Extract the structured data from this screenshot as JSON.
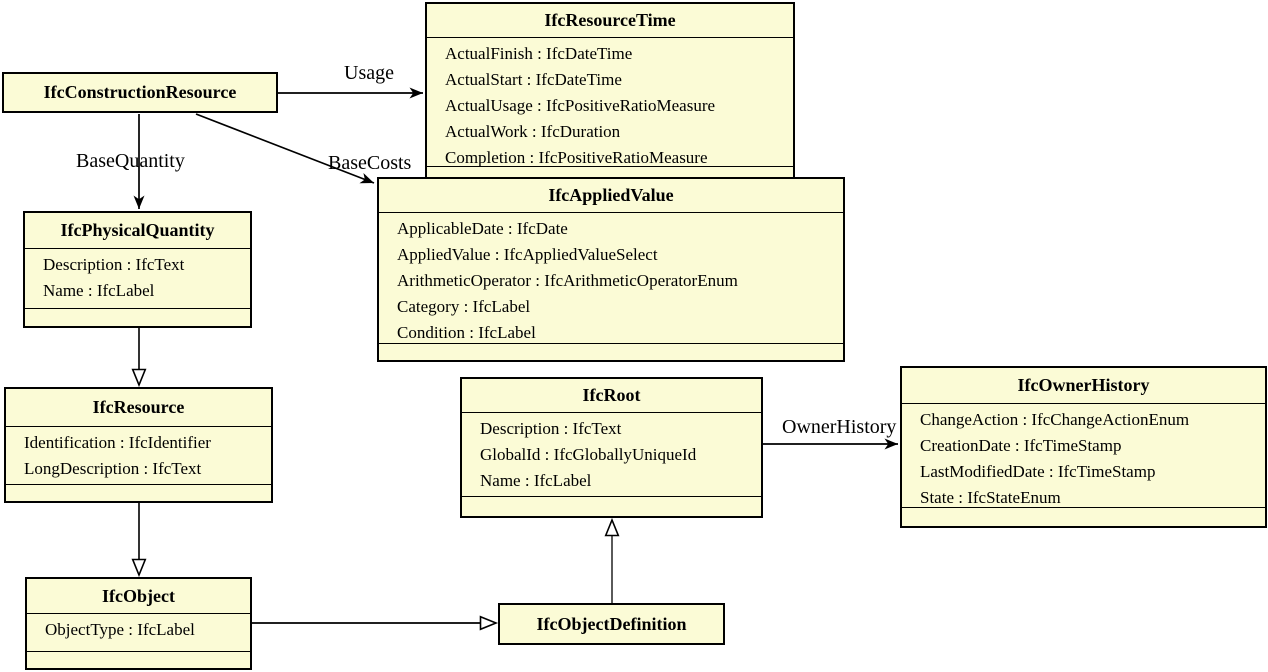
{
  "diagram": {
    "type": "uml-class-diagram",
    "background_color": "#ffffff",
    "box_fill_color": "#FBFBD6",
    "box_border_color": "#000000",
    "classes": {
      "construction_resource": {
        "title": "IfcConstructionResource",
        "attributes": []
      },
      "resource_time": {
        "title": "IfcResourceTime",
        "attributes": [
          "ActualFinish : IfcDateTime",
          "ActualStart : IfcDateTime",
          "ActualUsage : IfcPositiveRatioMeasure",
          "ActualWork : IfcDuration",
          "Completion : IfcPositiveRatioMeasure"
        ]
      },
      "applied_value": {
        "title": "IfcAppliedValue",
        "attributes": [
          "ApplicableDate : IfcDate",
          "AppliedValue : IfcAppliedValueSelect",
          "ArithmeticOperator : IfcArithmeticOperatorEnum",
          "Category : IfcLabel",
          "Condition : IfcLabel"
        ]
      },
      "physical_quantity": {
        "title": "IfcPhysicalQuantity",
        "attributes": [
          "Description : IfcText",
          "Name : IfcLabel"
        ]
      },
      "resource": {
        "title": "IfcResource",
        "attributes": [
          "Identification : IfcIdentifier",
          "LongDescription : IfcText"
        ]
      },
      "root": {
        "title": "IfcRoot",
        "attributes": [
          "Description : IfcText",
          "GlobalId : IfcGloballyUniqueId",
          "Name : IfcLabel"
        ]
      },
      "owner_history": {
        "title": "IfcOwnerHistory",
        "attributes": [
          "ChangeAction : IfcChangeActionEnum",
          "CreationDate : IfcTimeStamp",
          "LastModifiedDate : IfcTimeStamp",
          "State : IfcStateEnum"
        ]
      },
      "object": {
        "title": "IfcObject",
        "attributes": [
          "ObjectType : IfcLabel"
        ]
      },
      "object_definition": {
        "title": "IfcObjectDefinition",
        "attributes": []
      }
    },
    "edges": [
      {
        "from": "IfcConstructionResource",
        "to": "IfcResourceTime",
        "label": "Usage",
        "style": "arrow"
      },
      {
        "from": "IfcConstructionResource",
        "to": "IfcPhysicalQuantity",
        "label": "BaseQuantity",
        "style": "arrow"
      },
      {
        "from": "IfcConstructionResource",
        "to": "IfcAppliedValue",
        "label": "BaseCosts",
        "style": "arrow"
      },
      {
        "from": "IfcRoot",
        "to": "IfcOwnerHistory",
        "label": "OwnerHistory",
        "style": "arrow"
      },
      {
        "from": "IfcPhysicalQuantity",
        "to": "IfcResource",
        "label": "",
        "style": "generalization"
      },
      {
        "from": "IfcResource",
        "to": "IfcObject",
        "label": "",
        "style": "generalization"
      },
      {
        "from": "IfcObject",
        "to": "IfcObjectDefinition",
        "label": "",
        "style": "generalization"
      },
      {
        "from": "IfcObjectDefinition",
        "to": "IfcRoot",
        "label": "",
        "style": "generalization"
      }
    ]
  }
}
